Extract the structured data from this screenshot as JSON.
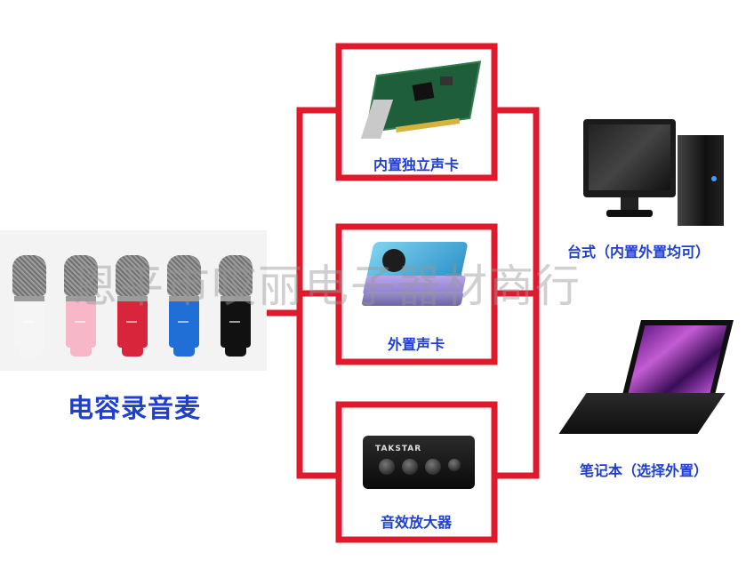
{
  "microphone": {
    "label": "电容录音麦",
    "colors": [
      "#f5f5f5",
      "#f7b7c8",
      "#d8253b",
      "#1f6fd6",
      "#111111"
    ]
  },
  "sound_options": [
    {
      "label": "内置独立声卡",
      "icon": "pci-sound-card-icon"
    },
    {
      "label": "外置声卡",
      "icon": "external-sound-card-icon"
    },
    {
      "label": "音效放大器",
      "icon": "amplifier-icon"
    }
  ],
  "computers": [
    {
      "label": "台式（内置外置均可）",
      "icon": "desktop-computer-icon"
    },
    {
      "label": "笔记本（选择外置）",
      "icon": "laptop-icon"
    }
  ],
  "amplifier_brand": "TAKSTAR",
  "watermark": "恩平市哎丽电子器材商行",
  "colors": {
    "line": "#e01a2d",
    "label_text": "#1f3fd0"
  }
}
